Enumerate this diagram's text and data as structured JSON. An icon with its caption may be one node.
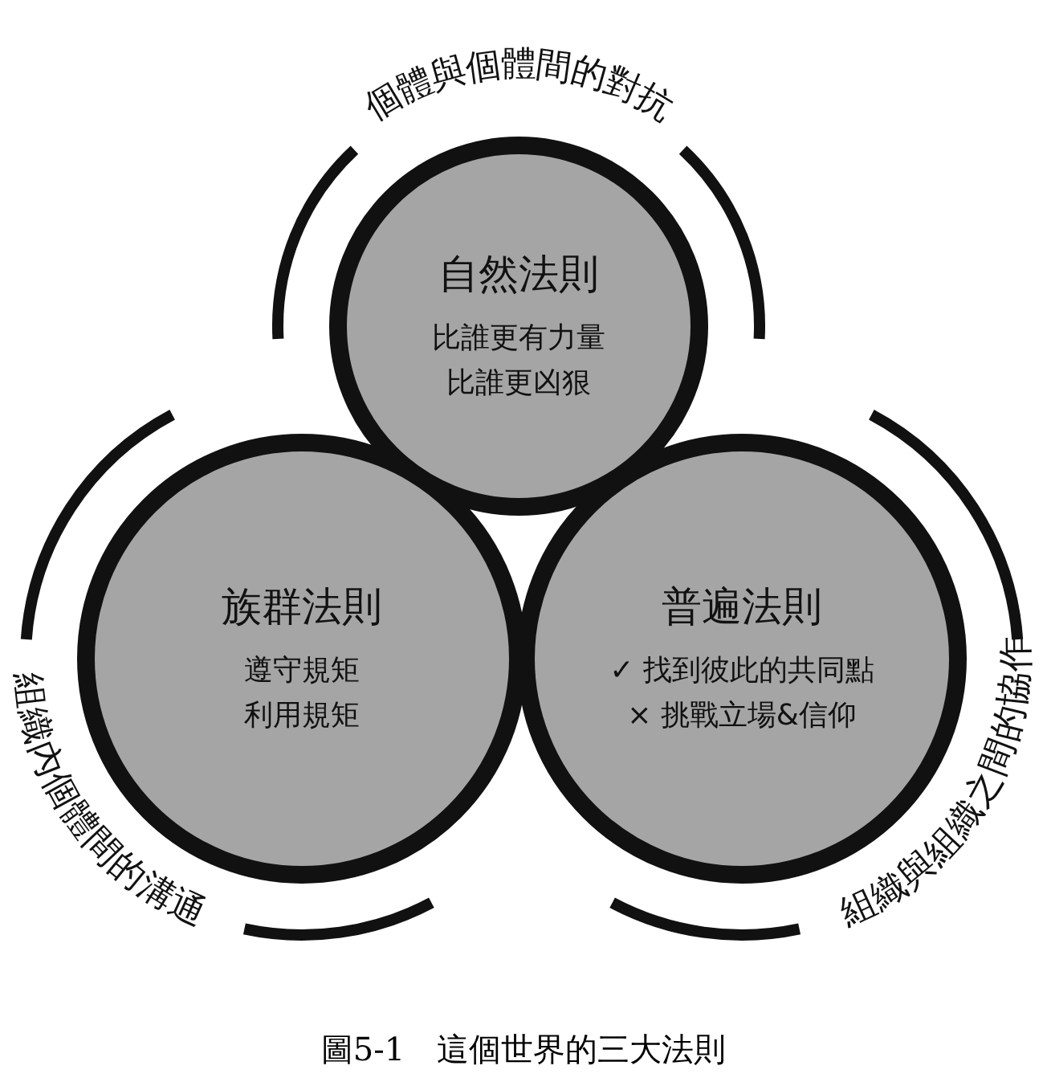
{
  "diagram": {
    "caption": "圖5-1　這個世界的三大法則",
    "nodes": [
      {
        "text": [
          "自然法則",
          "比誰更有力量",
          "比誰更凶狠"
        ]
      },
      {
        "text": [
          "族群法則",
          "遵守規矩",
          "利用規矩"
        ]
      },
      {
        "text": [
          "普遍法則",
          "✓ 找到彼此的共同點",
          "× 挑戰立場&信仰"
        ]
      }
    ],
    "labels": [
      "個體與個體間的對抗",
      "組織內個體間的溝通",
      "組織與組織之間的協作"
    ]
  }
}
